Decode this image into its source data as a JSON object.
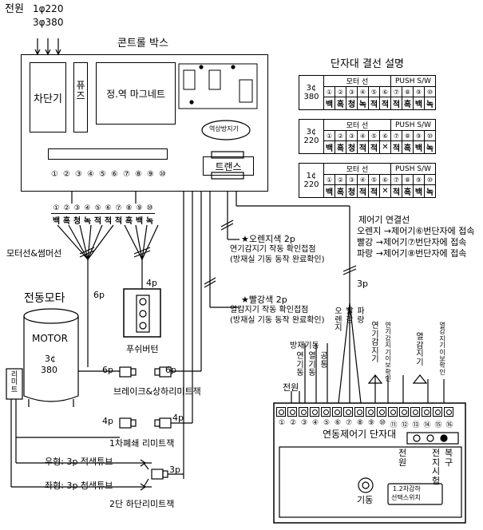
{
  "power": {
    "label": "전원",
    "line1": "1φ220",
    "line2": "3φ380"
  },
  "control_box": {
    "title": "콘트롤 박스",
    "breaker": "차단기",
    "fuse": "퓨즈",
    "magnet": "정.역 마그네트",
    "reverse": "역상방지기",
    "trans": "트랜스",
    "terminals": [
      "①",
      "②",
      "③",
      "④",
      "⑤",
      "⑥",
      "⑦",
      "⑧",
      "⑨",
      "⑩"
    ]
  },
  "wiring_table": {
    "title": "단자대 결선 설명",
    "header_motor": "모터 선",
    "header_push": "PUSH S/W",
    "nums": [
      "①",
      "②",
      "③",
      "④",
      "⑤",
      "⑥",
      "⑦",
      "⑧",
      "⑨",
      "⑩"
    ],
    "rows": [
      {
        "label": "3¢ 380",
        "colors": [
          "백",
          "흑",
          "청",
          "녹",
          "적",
          "적",
          "적",
          "흑",
          "백",
          "녹"
        ]
      },
      {
        "label": "3¢ 220",
        "colors": [
          "백",
          "흑",
          "청",
          "적",
          "적",
          "✕",
          "적",
          "흑",
          "백",
          "녹"
        ]
      },
      {
        "label": "1¢ 220",
        "colors": [
          "백",
          "흑",
          "청",
          "적",
          "적",
          "✕",
          "적",
          "흑",
          "백",
          "녹"
        ]
      }
    ]
  },
  "motor_strip": {
    "nums": [
      "①",
      "②",
      "③",
      "④",
      "⑤",
      "⑥",
      "⑦",
      "⑧",
      "⑨",
      "⑩"
    ],
    "colors": [
      "백",
      "흑",
      "청",
      "녹",
      "적",
      "적",
      "적",
      "흑",
      "백",
      "녹"
    ]
  },
  "labels": {
    "motor_neutral": "모터선&썸머선",
    "sixp": "6p",
    "fourp": "4p",
    "push_button": "푸쉬버턴",
    "electric_motor": "전동모타",
    "motor": "MOTOR",
    "motor_phase": "3¢",
    "motor_volt": "380",
    "limit": "리미트",
    "brake_label": "6p",
    "brake_label2": "6p",
    "brake": "브레이크&상하리미트잭",
    "close_label": "4p",
    "close_label2": "4p",
    "close1": "1차폐쇄 리미트잭",
    "right_tube": "우형: 3p 적색튜브",
    "left_tube": "좌형: 3p 청색튜브",
    "threep": "3p",
    "stage2": "2단 하단리미트잭",
    "orange_title": "★오렌지색 2p",
    "orange_l1": "연기감지기 작동 확인접점",
    "orange_l2": "(방재실 기동 동작 완료확인)",
    "red_title": "★빨강색 2p",
    "red_l1": "열감지기 작동 확인접점",
    "red_l2": "(방재실 기동 동작 완료확인)",
    "ctrl_title": "제어기 연결선",
    "ctrl_l1": "오렌지 →제어기⑥번단자에 접속",
    "ctrl_l2": "빨강  →제어기⑦번단자에 접속",
    "ctrl_l3": "파랑  →제어기⑧번단자에 접속",
    "threep2": "3p"
  },
  "controller": {
    "title": "연동제어기 단자대",
    "terminals": [
      "①",
      "②",
      "③",
      "④",
      "⑤",
      "⑥",
      "⑦",
      "⑧",
      "⑨",
      "⑩",
      "⑪",
      "⑫",
      "⑬",
      "⑭",
      "⑮",
      "⑯"
    ],
    "power": "전원",
    "bangjae": "방재기동",
    "smoke_io": "연기동",
    "heat_io": "열기동",
    "common": "공통",
    "orange": "오렌지",
    "red": "빨강",
    "blue": "파랑",
    "smoke_sensor": "연기감지기",
    "smoke_confirm": "연기감지기 이보확인",
    "heat_sensor": "열감지기",
    "heat_confirm": "열감지기 이보확인",
    "p_power": "전원",
    "p_recover": "복구",
    "p_test": "전지시험",
    "start": "기동",
    "selector1": "1.2차감하",
    "selector2": "선택스위치"
  }
}
